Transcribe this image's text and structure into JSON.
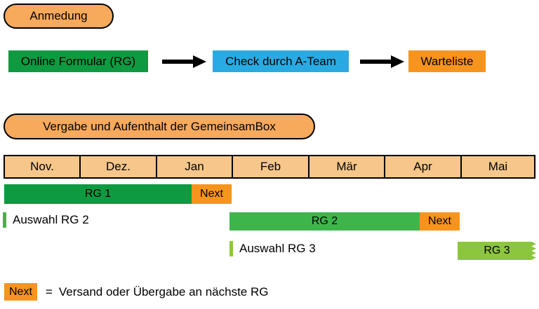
{
  "flow": {
    "section_label": "Anmedung",
    "steps": [
      {
        "label": "Online Formular (RG)",
        "color": "#0E9A40"
      },
      {
        "label": "Check durch A-Team",
        "color": "#29ABE2"
      },
      {
        "label": "Warteliste",
        "color": "#F7941E"
      }
    ],
    "arrow_icon": "arrow-right-icon"
  },
  "timeline": {
    "section_label": "Vergabe und Aufenthalt der GemeinsamBox",
    "months": [
      "Nov.",
      "Dez.",
      "Jan",
      "Feb",
      "Mär",
      "Apr",
      "Mai"
    ],
    "header_color": "#F6C68A",
    "bars": [
      {
        "label": "RG 1",
        "color": "#0E9A40"
      },
      {
        "label": "Next",
        "color": "#F7941E"
      },
      {
        "label": "RG 2",
        "color": "#3DB54A"
      },
      {
        "label": "Next",
        "color": "#F7941E"
      },
      {
        "label": "RG 3",
        "color": "#8CC63F"
      }
    ],
    "selections": [
      {
        "label": "Auswahl RG 2",
        "color": "#4CAF50"
      },
      {
        "label": "Auswahl RG 3",
        "color": "#8CC63F"
      }
    ]
  },
  "legend": {
    "swatch_label": "Next",
    "equals": "=",
    "description": "Versand oder Übergabe an nächste RG",
    "swatch_color": "#F7941E"
  }
}
